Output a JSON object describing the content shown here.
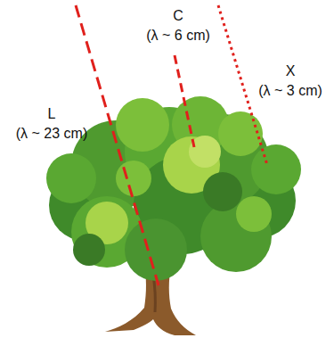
{
  "diagram": {
    "labels": [
      "L",
      "(λ ~ 23 cm)",
      "C",
      "(λ ~ 6 cm)",
      "X",
      "(λ ~ 3 cm)"
    ]
  }
}
